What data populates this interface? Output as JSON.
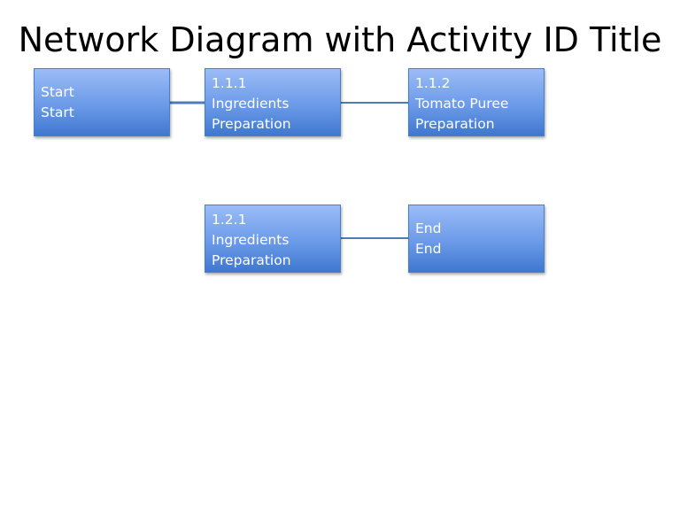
{
  "title": "Network Diagram with Activity ID Title",
  "colors": {
    "node_top": "#9bbcf7",
    "node_bottom": "#3f78d0",
    "node_border": "#4a7fc8",
    "connector": "#4f7cb8",
    "node_text": "#ffffff"
  },
  "nodes": {
    "start": {
      "line1": "Start",
      "line2": "Start"
    },
    "n111": {
      "line1": "1.1.1",
      "line2": "Ingredients",
      "line3": "Preparation"
    },
    "n112": {
      "line1": "1.1.2",
      "line2": "Tomato Puree",
      "line3": "Preparation"
    },
    "n121": {
      "line1": "1.2.1",
      "line2": "Ingredients",
      "line3": "Preparation"
    },
    "end": {
      "line1": "End",
      "line2": "End"
    }
  },
  "edges": [
    {
      "from": "start",
      "to": "n111"
    },
    {
      "from": "n111",
      "to": "n112"
    },
    {
      "from": "n121",
      "to": "end"
    }
  ]
}
